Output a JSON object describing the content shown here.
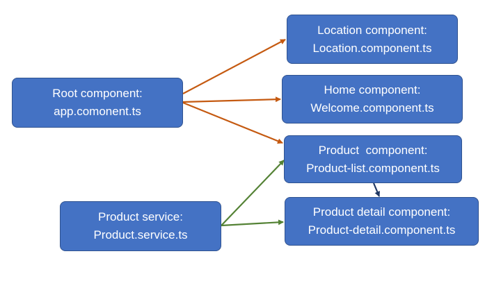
{
  "colors": {
    "box_fill": "#4472c4",
    "box_border": "#2f528f",
    "text": "#ffffff",
    "arrow_orange": "#c55a11",
    "arrow_green": "#548235",
    "arrow_navy": "#203864"
  },
  "nodes": {
    "root": {
      "line1": "Root component:",
      "line2": "app.comonent.ts"
    },
    "location": {
      "line1": "Location component:",
      "line2": "Location.component.ts"
    },
    "home": {
      "line1": "Home component:",
      "line2": "Welcome.component.ts"
    },
    "product": {
      "line1": "Product  component:",
      "line2": "Product-list.component.ts"
    },
    "detail": {
      "line1": "Product detail component:",
      "line2": "Product-detail.component.ts"
    },
    "service": {
      "line1": "Product service:",
      "line2": "Product.service.ts"
    }
  },
  "edges": [
    {
      "from": "root",
      "to": "location",
      "color": "arrow_orange"
    },
    {
      "from": "root",
      "to": "home",
      "color": "arrow_orange"
    },
    {
      "from": "root",
      "to": "product",
      "color": "arrow_orange"
    },
    {
      "from": "service",
      "to": "product",
      "color": "arrow_green"
    },
    {
      "from": "service",
      "to": "detail",
      "color": "arrow_green"
    },
    {
      "from": "product",
      "to": "detail",
      "color": "arrow_navy"
    }
  ]
}
